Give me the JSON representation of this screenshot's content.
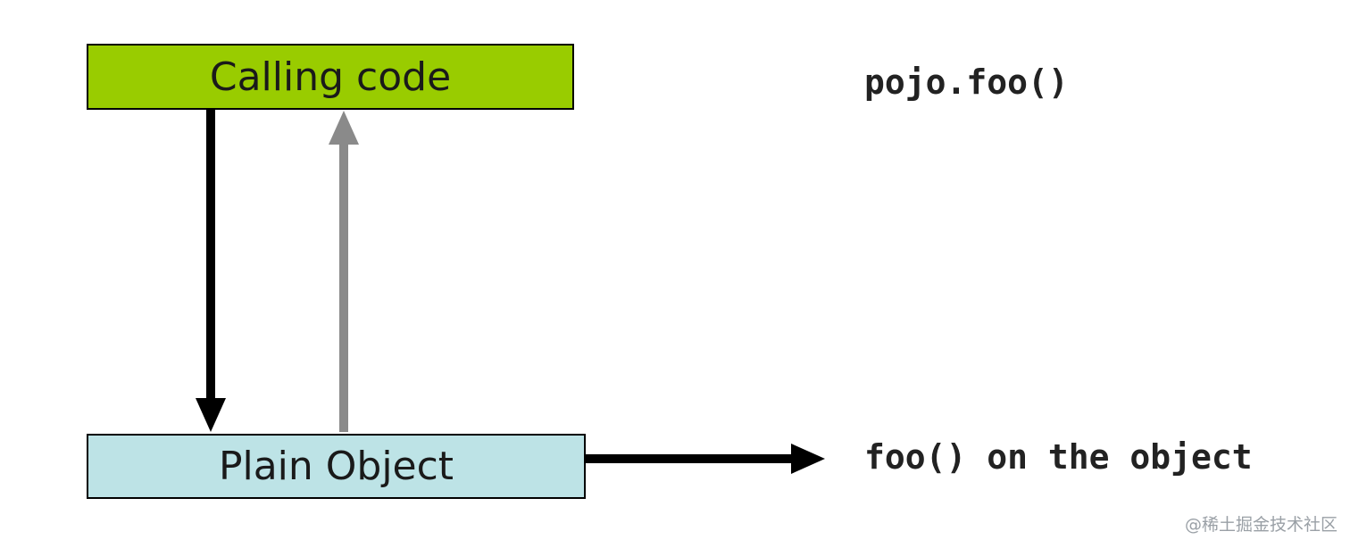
{
  "diagram": {
    "calling_box_label": "Calling code",
    "plain_box_label": "Plain Object",
    "call_code": "pojo.foo()",
    "result_code": "foo() on the object"
  },
  "watermark": "@稀土掘金技术社区",
  "colors": {
    "calling_box_fill": "#99cc00",
    "plain_box_fill": "#bde3e6",
    "call_arrow": "#000000",
    "return_arrow": "#8a8a8a",
    "outgoing_arrow": "#000000"
  }
}
